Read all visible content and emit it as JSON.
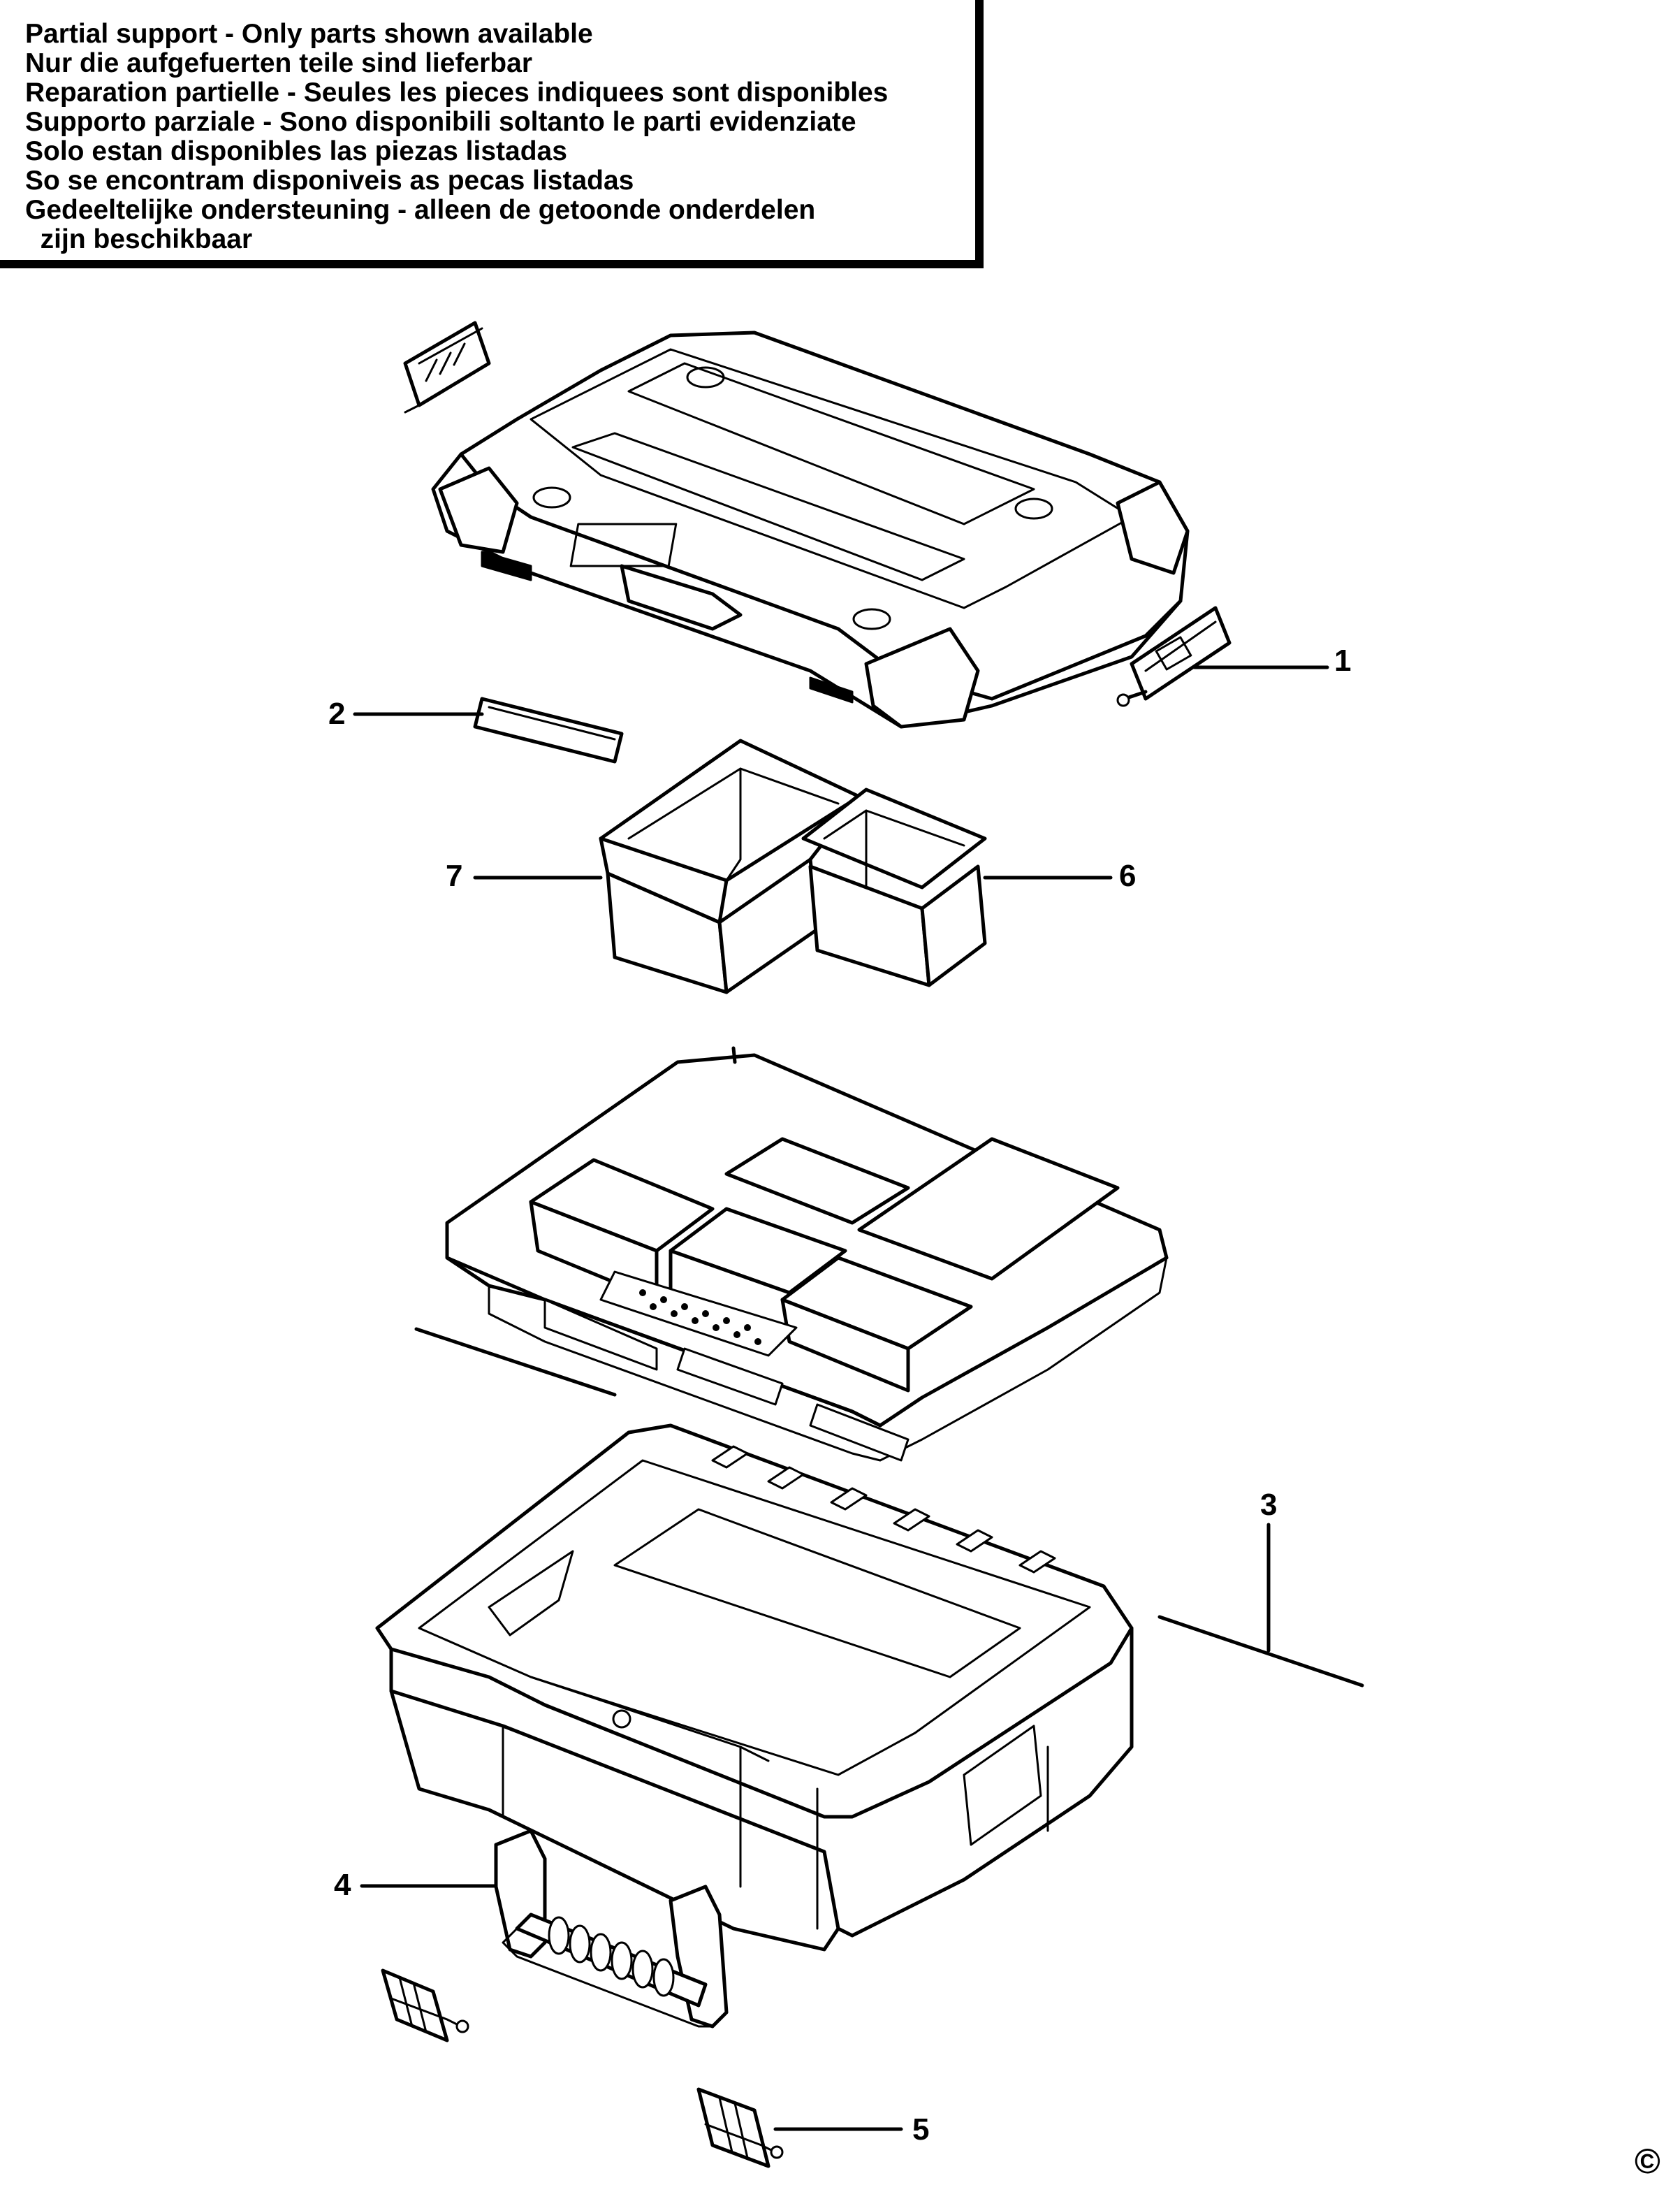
{
  "notice": {
    "lines": [
      "Partial support - Only parts shown available",
      "Nur die aufgefuerten teile sind lieferbar",
      "Reparation partielle - Seules les pieces indiquees sont disponibles",
      "Supporto parziale - Sono disponibili soltanto le parti evidenziate",
      "Solo estan disponibles las piezas listadas",
      "So se encontram disponiveis as pecas listadas",
      "Gedeeltelijke ondersteuning - alleen de getoonde onderdelen",
      "  zijn beschikbaar"
    ]
  },
  "callouts": {
    "c1": "1",
    "c2": "2",
    "c3": "3",
    "c4": "4",
    "c5": "5",
    "c6": "6",
    "c7": "7"
  },
  "copyright": "©"
}
